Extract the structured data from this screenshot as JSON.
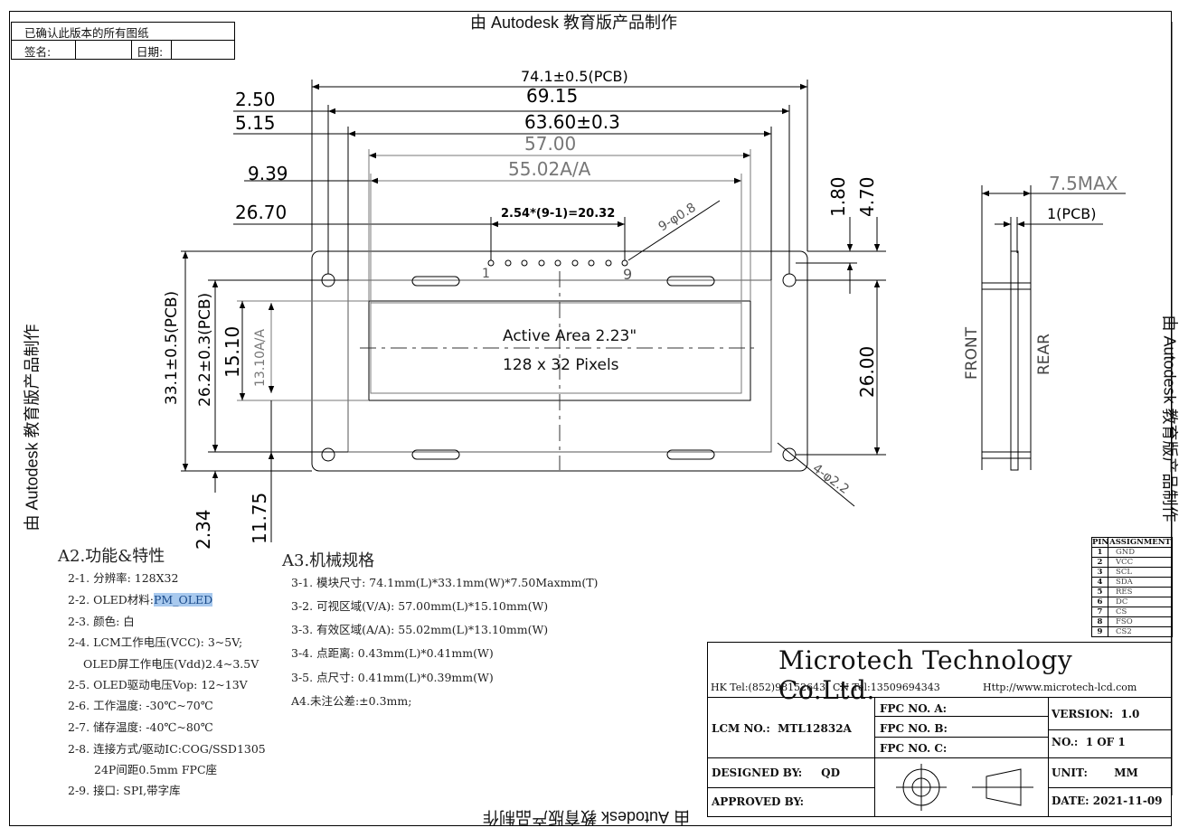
{
  "approval": {
    "confirm": "已确认此版本的所有图纸",
    "sign": "签名:",
    "date": "日期:"
  },
  "watermark": "由 Autodesk 教育版产品制作",
  "dims": {
    "pcb_w": "74.1±0.5(PCB)",
    "mod_w": "69.15",
    "vw": "63.60±0.3",
    "va_w": "57.00",
    "aa_w": "55.02A/A",
    "off_250": "2.50",
    "off_515": "5.15",
    "off_939": "9.39",
    "off_2670": "26.70",
    "pitch": "2.54*(9-1)=20.32",
    "pins_hole": "9-φ0.8",
    "d180": "1.80",
    "d470": "4.70",
    "pcb_h": "33.1±0.5(PCB)",
    "mod_h": "26.2±0.3(PCB)",
    "va_h": "15.10",
    "aa_h": "13.10A/A",
    "h2600": "26.00",
    "d234": "2.34",
    "d1175": "11.75",
    "holes": "4-φ2.2",
    "t_max": "7.5MAX",
    "t_pcb": "1(PCB)",
    "front": "FRONT",
    "rear": "REAR",
    "pin_first": "1",
    "pin_last": "9"
  },
  "active_area": {
    "line1": "Active Area 2.23\"",
    "line2": "128 x 32  Pixels"
  },
  "a2": {
    "title": "A2.功能&特性",
    "items": [
      "2-1. 分辨率: 128X32",
      "2-2. OLED材料:",
      "PM_OLED",
      "2-3. 颜色: 白",
      "2-4. LCM工作电压(VCC): 3~5V;",
      "OLED屏工作电压(Vdd)2.4~3.5V",
      "2-5. OLED驱动电压Vop: 12~13V",
      "2-6. 工作温度: -30℃~70℃",
      "2-7. 储存温度: -40℃~80℃",
      "2-8. 连接方式/驱动IC:COG/SSD1305",
      "24P间距0.5mm FPC座",
      "2-9. 接口: SPI,带字库"
    ]
  },
  "a3": {
    "title": "A3.机械规格",
    "items": [
      "3-1. 模块尺寸: 74.1mm(L)*33.1mm(W)*7.50Maxmm(T)",
      "3-2. 可视区域(V/A): 57.00mm(L)*15.10mm(W)",
      "3-3. 有效区域(A/A): 55.02mm(L)*13.10mm(W)",
      "3-4. 点距离: 0.43mm(L)*0.41mm(W)",
      "3-5. 点尺寸: 0.41mm(L)*0.39mm(W)",
      "A4.未注公差:±0.3mm;"
    ]
  },
  "pins": {
    "header_pin": "PIN",
    "header_assign": "ASSIGNMENT",
    "rows": [
      [
        "1",
        "GND"
      ],
      [
        "2",
        "VCC"
      ],
      [
        "3",
        "SCL"
      ],
      [
        "4",
        "SDA"
      ],
      [
        "5",
        "RES"
      ],
      [
        "6",
        "DC"
      ],
      [
        "7",
        "CS"
      ],
      [
        "8",
        "FSO"
      ],
      [
        "9",
        "CS2"
      ]
    ]
  },
  "title_block": {
    "company": "Microtech Technology Co.Ltd.",
    "hk": "HK Tel:(852)98152643",
    "cn": "CN Tel:13509694343",
    "web": "Http://www.microtech-lcd.com",
    "lcm_label": "LCM NO.:",
    "lcm_value": "MTL12832A",
    "fpc_a": "FPC NO. A:",
    "fpc_b": "FPC NO. B:",
    "fpc_c": "FPC NO. C:",
    "version_label": "VERSION:",
    "version_value": "1.0",
    "no_label": "NO.:",
    "no_value": "1  OF  1",
    "designed_label": "DESIGNED BY:",
    "designed_value": "QD",
    "approved_label": "APPROVED BY:",
    "unit_label": "UNIT:",
    "unit_value": "MM",
    "date_label": "DATE:",
    "date_value": "2021-11-09"
  }
}
